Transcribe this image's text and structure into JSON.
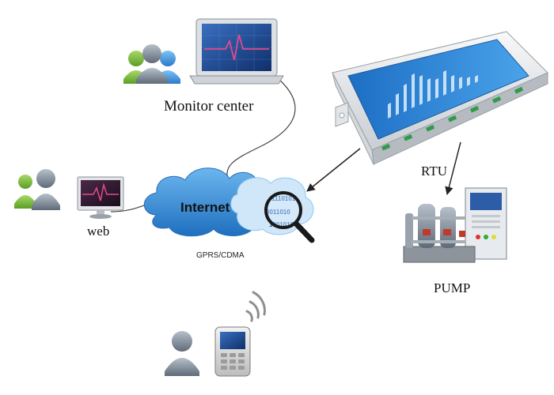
{
  "labels": {
    "monitor_center": "Monitor center",
    "web": "web",
    "internet": "Internet",
    "network": "GPRS/CDMA",
    "rtu": "RTU",
    "pump": "PUMP"
  },
  "binary": {
    "line1": "1110101",
    "line2": "0011010",
    "line3": "1001010"
  },
  "colors": {
    "cloud": "#3d8fd6",
    "cloud_light": "#8fc7f0",
    "screen": "#1c4f9c",
    "pulse": "#e24a8a",
    "rtu_body": "#e9ecef",
    "rtu_screen": "#2c7fd0",
    "person_green": "#7bbf3c",
    "person_blue": "#3a8fd0",
    "person_gray": "#7d8a99",
    "arrow": "#222222"
  },
  "icons": [
    "people-icon",
    "laptop-icon",
    "monitor-icon",
    "cloud-icon",
    "magnifier-icon",
    "rtu-device-icon",
    "pump-icon",
    "mobile-phone-icon",
    "wireless-signal-icon"
  ]
}
